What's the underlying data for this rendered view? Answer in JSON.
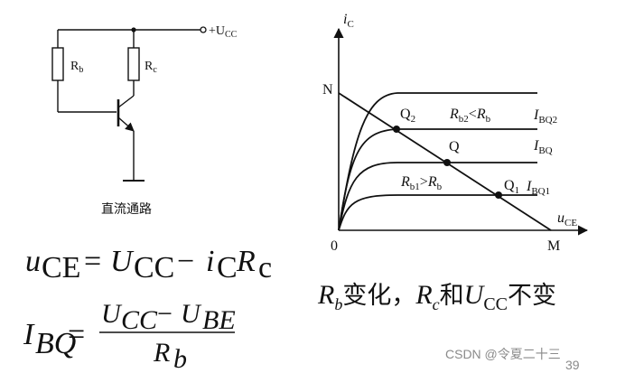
{
  "circuit": {
    "vcc_prefix": "+U",
    "vcc_sub": "CC",
    "rb_main": "R",
    "rb_sub": "b",
    "rc_main": "R",
    "rc_sub": "c",
    "caption": "直流通路"
  },
  "formula1": {
    "u": "u",
    "u_sub": "CE",
    "eq": "=",
    "U": "U",
    "U_sub": "CC",
    "minus": "−",
    "i": "i",
    "i_sub": "C",
    "R": "R",
    "R_sub": "c"
  },
  "formula2": {
    "I": "I",
    "I_sub": "BQ",
    "eq": "=",
    "num_U1": "U",
    "num_U1_sub": "CC",
    "num_minus": "−",
    "num_U2": "U",
    "num_U2_sub": "BE",
    "den_R": "R",
    "den_R_sub": "b"
  },
  "chart_data": {
    "type": "line",
    "ylabel_main": "i",
    "ylabel_sub": "C",
    "xlabel_main": "u",
    "xlabel_sub": "CE",
    "origin": "0",
    "n_label": "N",
    "m_label": "M",
    "points": [
      {
        "main": "Q",
        "sub": "2"
      },
      {
        "main": "Q",
        "sub": ""
      },
      {
        "main": "Q",
        "sub": "1"
      }
    ],
    "curve_labels": [
      {
        "main": "I",
        "sub": "BQ2"
      },
      {
        "main": "I",
        "sub": "BQ"
      },
      {
        "main": "I",
        "sub": "BQ1"
      }
    ],
    "annot_upper": {
      "r": "R",
      "sub1": "b2",
      "op": "<",
      "r2": "R",
      "sub2": "b"
    },
    "annot_lower": {
      "r": "R",
      "sub1": "b1",
      "op": ">",
      "r2": "R",
      "sub2": "b"
    }
  },
  "conclusion": {
    "r1": "R",
    "r1_sub": "b",
    "t1": "变化，",
    "r2": "R",
    "r2_sub": "c",
    "t2": "和",
    "u": "U",
    "u_sub": "CC",
    "t3": "不变"
  },
  "watermark": "CSDN @令夏二十三",
  "page_number": "39"
}
